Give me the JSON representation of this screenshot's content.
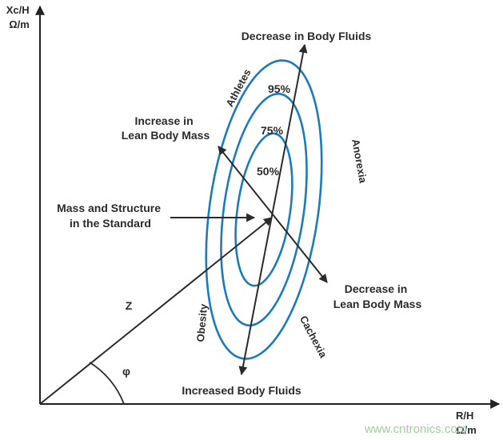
{
  "axes": {
    "y_label_line1": "Xc/H",
    "y_label_line2": "Ω/m",
    "x_label_line1": "R/H",
    "x_label_line2": "Ω/m"
  },
  "percentiles": {
    "p95": "95%",
    "p75": "75%",
    "p50": "50%"
  },
  "labels": {
    "top": "Decrease in Body Fluids",
    "bottom": "Increased Body Fluids",
    "increase_lean_line1": "Increase in",
    "increase_lean_line2": "Lean Body Mass",
    "decrease_lean_line1": "Decrease in",
    "decrease_lean_line2": "Lean Body Mass",
    "mass_structure_line1": "Mass and Structure",
    "mass_structure_line2": "in the Standard",
    "athletes": "Athletes",
    "anorexia": "Anorexia",
    "obesity": "Obesity",
    "cachexia": "Cachexia",
    "vector": "Z",
    "angle": "φ"
  },
  "colors": {
    "ellipse": "#1a7bbf"
  },
  "watermark": "www.cntronics.com"
}
